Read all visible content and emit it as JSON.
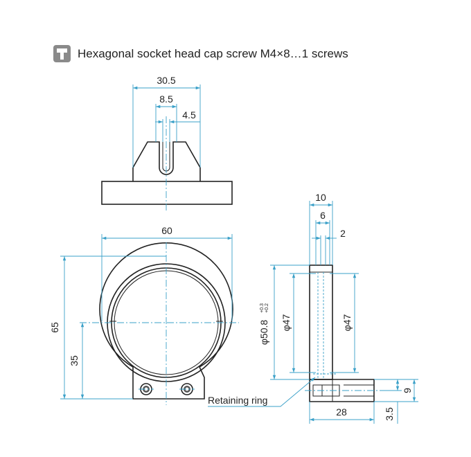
{
  "header": {
    "icon": "screw-icon",
    "title": "Hexagonal socket head cap screw M4×8…1 screws"
  },
  "top_view": {
    "dim_width": "30.5",
    "dim_slot": "8.5",
    "dim_slot_inner": "4.5"
  },
  "front_view": {
    "dim_width": "60",
    "dim_height": "65",
    "dim_center_height": "35"
  },
  "side_view": {
    "dim_thickness": "10",
    "dim_ring_width": "6",
    "dim_groove": "2",
    "dim_bore": "φ50.8",
    "dim_bore_tol_upper": "+0.3",
    "dim_bore_tol_lower": "+0.2",
    "dim_inner_left": "φ47",
    "dim_inner_right": "φ47",
    "dim_foot_height": "9",
    "dim_foot_offset": "3.5",
    "dim_foot_length": "28"
  },
  "notes": {
    "retaining_ring": "Retaining ring"
  },
  "colors": {
    "dimension": "#3aa0c8",
    "outline": "#222222",
    "icon_bg": "#8a8a8a"
  }
}
